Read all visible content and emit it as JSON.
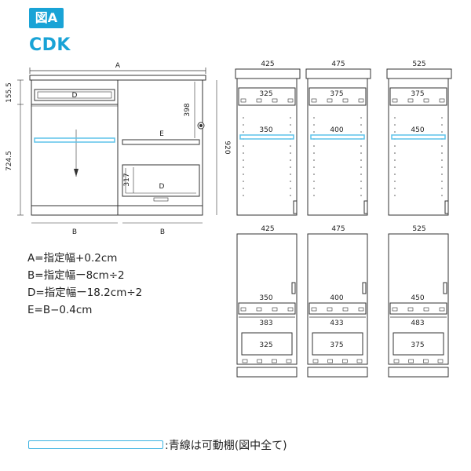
{
  "figure_label": "図A",
  "model_code": "CDK",
  "main": {
    "width_label": "A",
    "height_top": "155.5",
    "height_bottom": "724.5",
    "total_height": "920",
    "drawer_label": "D",
    "shelf_label": "E",
    "right_height_upper": "398",
    "right_height_lower": "317",
    "bottom_drawer_label": "D",
    "bottom_left": "B",
    "bottom_right": "B"
  },
  "variants_top": [
    {
      "width": "425",
      "drawer": "325",
      "shelf": "350"
    },
    {
      "width": "475",
      "drawer": "375",
      "shelf": "400"
    },
    {
      "width": "525",
      "drawer": "375",
      "shelf": "450"
    }
  ],
  "variants_bottom": [
    {
      "width": "425",
      "upper": "350",
      "mid": "383",
      "lower": "325"
    },
    {
      "width": "475",
      "upper": "400",
      "mid": "433",
      "lower": "375"
    },
    {
      "width": "525",
      "upper": "450",
      "mid": "483",
      "lower": "375"
    }
  ],
  "formulas": [
    "A=指定幅+0.2cm",
    "B=指定幅ー8cm÷2",
    "D=指定幅ー18.2cm÷2",
    "E=B−0.4cm"
  ],
  "legend": ":青線は可動棚(図中全て)",
  "colors": {
    "accent": "#19a3d6",
    "movable_shelf": "#5ec3ea",
    "line": "#333333"
  }
}
